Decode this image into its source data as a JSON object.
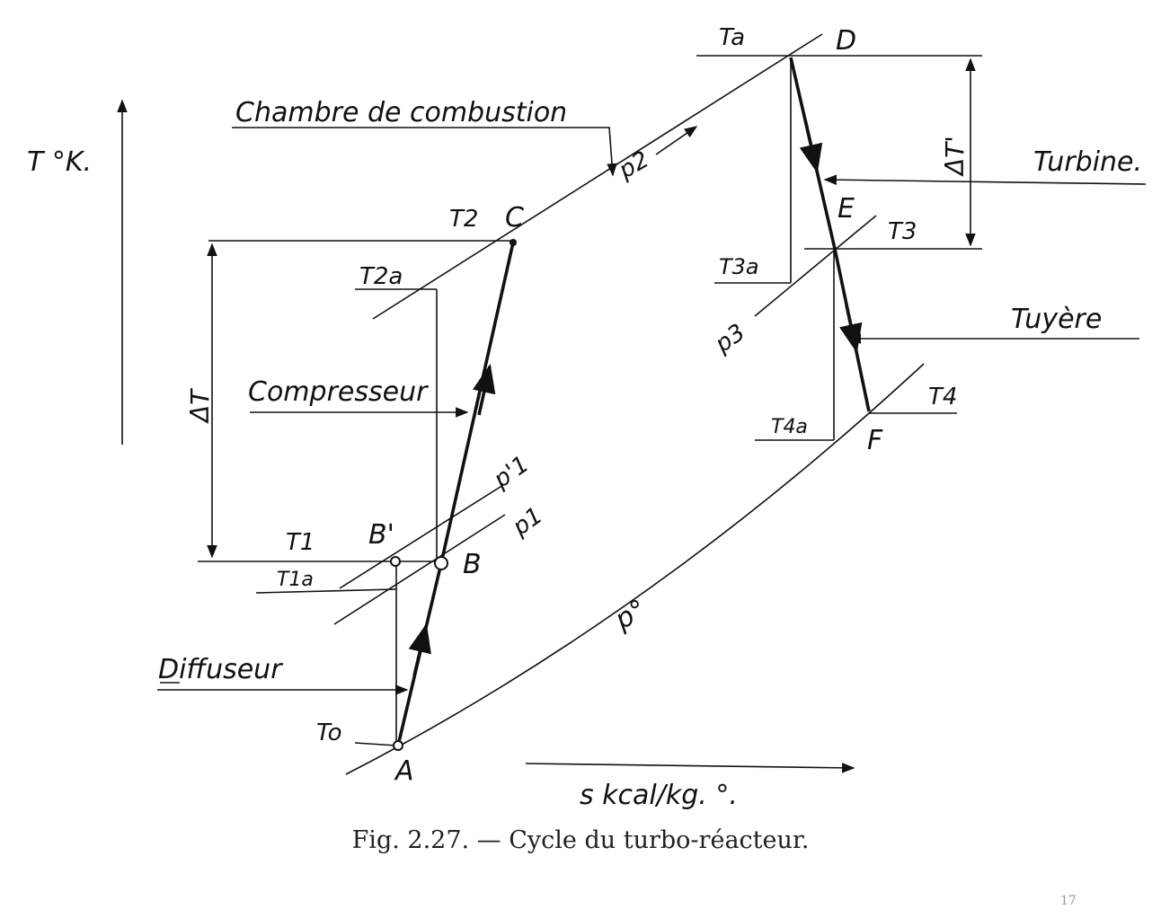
{
  "axes": {
    "y_label": "T °K.",
    "x_label": "s   kcal/kg. °."
  },
  "points": {
    "A": "A",
    "B": "B",
    "B_prime": "B'",
    "C": "C",
    "D": "D",
    "E": "E",
    "F": "F"
  },
  "temperatures": {
    "T0": "To",
    "T1": "T1",
    "T1a": "T1a",
    "T2": "T2",
    "T2a": "T2a",
    "Ta": "Ta",
    "T3": "T3",
    "T3a": "T3a",
    "T4": "T4",
    "T4a": "T4a"
  },
  "pressures": {
    "p0": "p°",
    "p1": "p1",
    "p1_prime": "p'1",
    "p2": "p2",
    "p3": "p3"
  },
  "deltas": {
    "dT": "ΔT",
    "dT_prime": "ΔT'"
  },
  "components": {
    "chambre": "Chambre de combustion",
    "turbine": "Turbine.",
    "compresseur": "Compresseur",
    "diffuseur": "Diffuseur",
    "tuyere": "Tuyère"
  },
  "caption": "Fig. 2.27. — Cycle du turbo-réacteur.",
  "page_number": "17"
}
